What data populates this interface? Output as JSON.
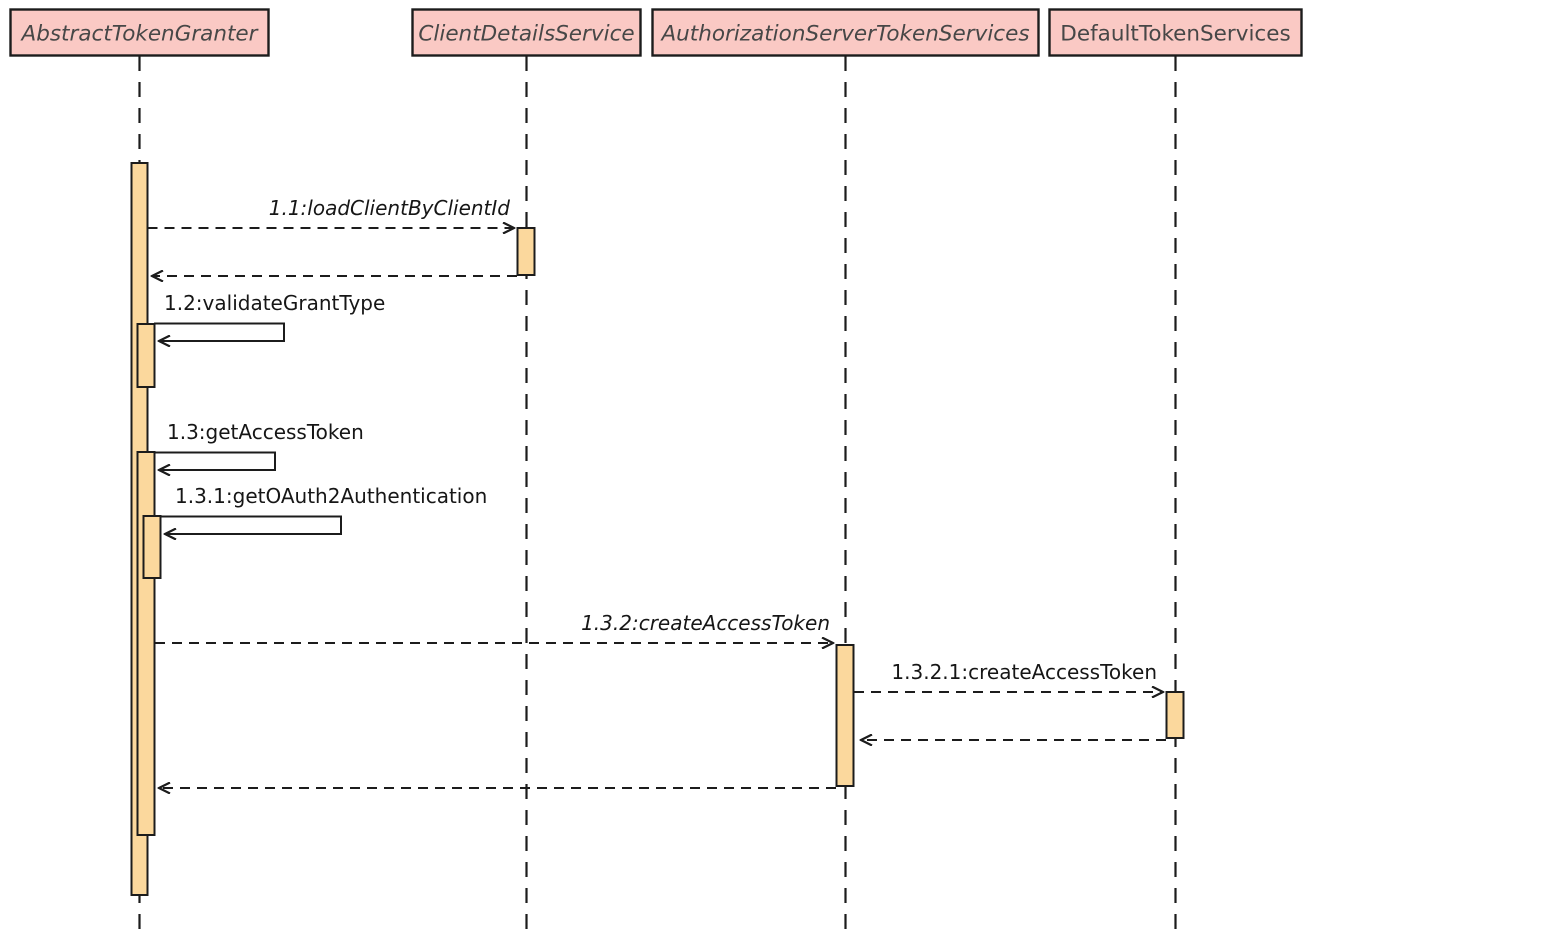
{
  "colors": {
    "participant_fill": "#fac9c4",
    "activation_fill": "#fbd89d",
    "line": "#1c1c1c",
    "participant_text": "#474747",
    "label_text": "#161616",
    "background": "#ffffff"
  },
  "diagram": {
    "kind": "uml-sequence-diagram",
    "participants": [
      {
        "name": "AbstractTokenGranter",
        "italic": true
      },
      {
        "name": "ClientDetailsService",
        "italic": true
      },
      {
        "name": "AuthorizationServerTokenServices",
        "italic": true
      },
      {
        "name": "DefaultTokenServices",
        "italic": false
      }
    ],
    "messages": [
      {
        "id": "1.1",
        "label": "1.1:loadClientByClientId",
        "from": "AbstractTokenGranter",
        "to": "ClientDetailsService",
        "kind": "call",
        "italic": true,
        "has_return": true
      },
      {
        "id": "1.2",
        "label": "1.2:validateGrantType",
        "from": "AbstractTokenGranter",
        "to": "AbstractTokenGranter",
        "kind": "self-call",
        "italic": false,
        "has_return": false
      },
      {
        "id": "1.3",
        "label": "1.3:getAccessToken",
        "from": "AbstractTokenGranter",
        "to": "AbstractTokenGranter",
        "kind": "self-call",
        "italic": false,
        "has_return": false
      },
      {
        "id": "1.3.1",
        "label": "1.3.1:getOAuth2Authentication",
        "from": "AbstractTokenGranter",
        "to": "AbstractTokenGranter",
        "kind": "self-call",
        "italic": false,
        "has_return": false
      },
      {
        "id": "1.3.2",
        "label": "1.3.2:createAccessToken",
        "from": "AbstractTokenGranter",
        "to": "AuthorizationServerTokenServices",
        "kind": "call",
        "italic": true,
        "has_return": true
      },
      {
        "id": "1.3.2.1",
        "label": "1.3.2.1:createAccessToken",
        "from": "AuthorizationServerTokenServices",
        "to": "DefaultTokenServices",
        "kind": "call",
        "italic": false,
        "has_return": true
      }
    ]
  }
}
